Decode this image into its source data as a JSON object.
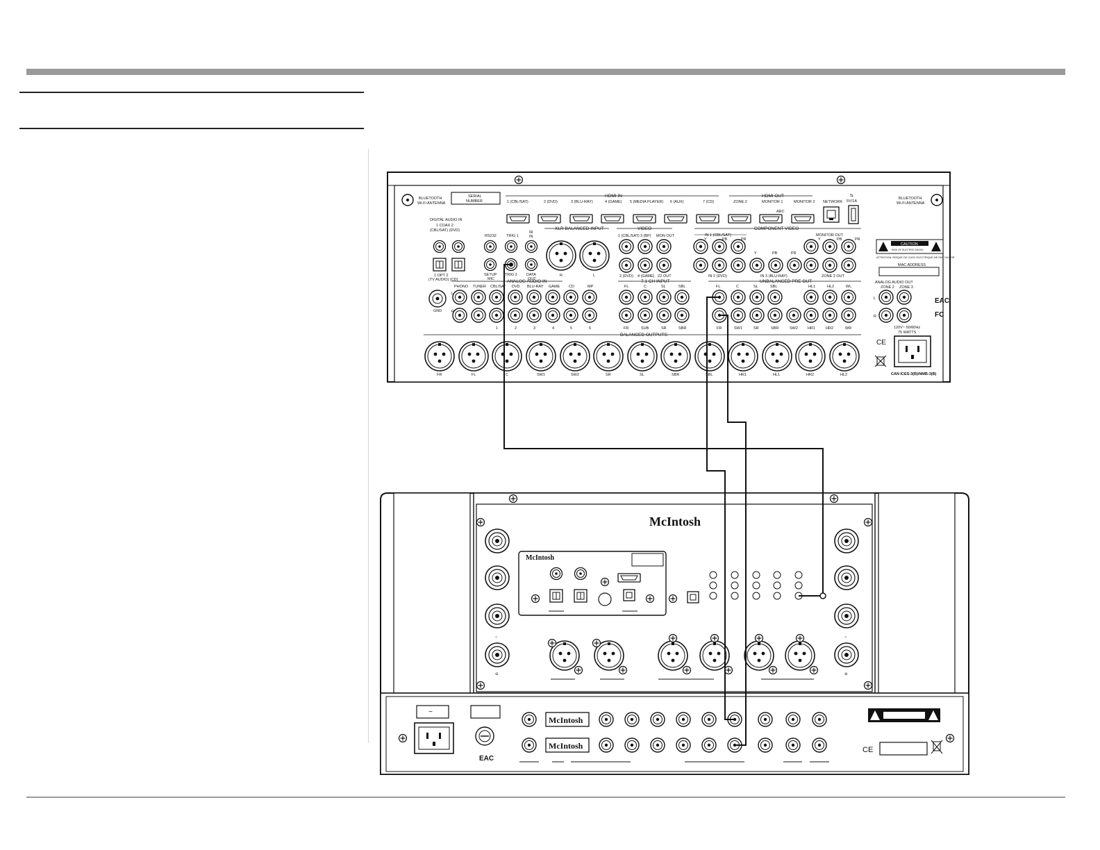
{
  "receiver": {
    "antenna_left": "BLUETOOTH\nWi-Fi ANTENNA",
    "antenna_right": "BLUETOOTH\nWi-Fi ANTENNA",
    "serial_label": "SERIAL\nNUMBER",
    "hdmi_in_title": "HDMI IN",
    "hdmi_in_labels": [
      "1 (CBL/SAT)",
      "2 (DVD)",
      "3 (BLU-RAY)",
      "4 (GAME)",
      "5 (MEDIA PLAYER)",
      "6 (AUX)",
      "7 (CD)"
    ],
    "hdmi_out_title": "HDMI OUT",
    "hdmi_out_labels": [
      "ZONE 2",
      "MONITOR 1",
      "MONITOR 2"
    ],
    "arc_label": "ARC",
    "network_label": "NETWORK",
    "usb_label": "5V/1A",
    "digital_audio_in": "DIGITAL AUDIO IN",
    "coax_label": "1  COAX  2",
    "coax_sub": "(CBL/SAT)  (DVD)",
    "opt_label": "1  OPT  2",
    "opt_sub": "(TV AUDIO)  (CD)",
    "rs232": "RS232",
    "trig1": "TRIG 1",
    "ir_in": "IR\nIN",
    "setup_mic": "SETUP\nMIC",
    "trig2": "TRIG 2",
    "data_out": "DATA\nOUT",
    "xlr_balanced_input": "XLR BALANCED INPUT",
    "xlr_r": "R",
    "xlr_l": "L",
    "video_title": "VIDEO",
    "video_labels_top": [
      "1 (CBL/SAT)",
      "3 (BP)",
      "MON OUT"
    ],
    "video_labels_bottom": [
      "2 (DVD)",
      "4 (GAME)",
      "Z2 OUT"
    ],
    "component_video": "COMPONENT VIDEO",
    "in1": "IN 1 (CBL/SAT)",
    "in2": "IN 2 (DVD)",
    "in3": "IN 3 (BLU-RAY)",
    "ypbpr": [
      "Y",
      "PB",
      "PR"
    ],
    "monitor_out": "MONITOR OUT",
    "caution": "CAUTION",
    "attention": "ATTENTION: RISQUE DE CHOC ELECTRIQUE-NE PAS OUVRIR",
    "mac_address": "MAC ADDRESS",
    "analog_audio_in": "ANALOG AUDIO IN",
    "analog_labels_top": [
      "PHONO",
      "TUNER",
      "CBL/SAT",
      "DVD",
      "BLU-RAY",
      "GAME",
      "CD",
      "MP"
    ],
    "analog_labels_bottom": [
      "1",
      "2",
      "3",
      "4",
      "5",
      "6"
    ],
    "gnd": "GND",
    "seven_one_input": "7.1 CH INPUT",
    "seven_one_top": [
      "FL",
      "C",
      "SL",
      "SBL"
    ],
    "seven_one_bottom": [
      "FR",
      "SUB",
      "SR",
      "SBR"
    ],
    "unbalanced_pre_out": "UNBALANCED PRE OUT",
    "pre_out_top": [
      "FL",
      "C",
      "SL",
      "SBL",
      "",
      "HL1",
      "HL2",
      "WL"
    ],
    "pre_out_bottom": [
      "FR",
      "SW1",
      "SR",
      "SBR",
      "SW2",
      "HR1",
      "HR2",
      "WR"
    ],
    "zone2_out": "ZONE 2 OUT",
    "analog_audio_out": "ANALOG AUDIO OUT",
    "zone_labels": [
      "ZONE 2",
      "ZONE 3"
    ],
    "l": "L",
    "r": "R",
    "power_rating": "120V~ 50/60Hz\n75 WATTS",
    "can_ices": "CAN ICES-3(B)/NMB-3(B)",
    "balanced_outputs": "BALANCED OUTPUTS",
    "balanced_labels": [
      "FR",
      "FL",
      "C",
      "SW1",
      "SW2",
      "SR",
      "SL",
      "SBR",
      "SBL",
      "HR1",
      "HL1",
      "HR2",
      "HL2"
    ],
    "eac": "EAC",
    "fc": "FC",
    "ce": "CE"
  },
  "amplifier": {
    "brand_top": "McIntosh",
    "brand_card": "McIntosh",
    "brand_badges": [
      "McIntosh",
      "McIntosh"
    ],
    "eac": "EAC",
    "ce": "CE"
  },
  "colors": {
    "header_bar": "#9a9a9a",
    "line": "#111111",
    "divider": "#d6d6d6"
  }
}
